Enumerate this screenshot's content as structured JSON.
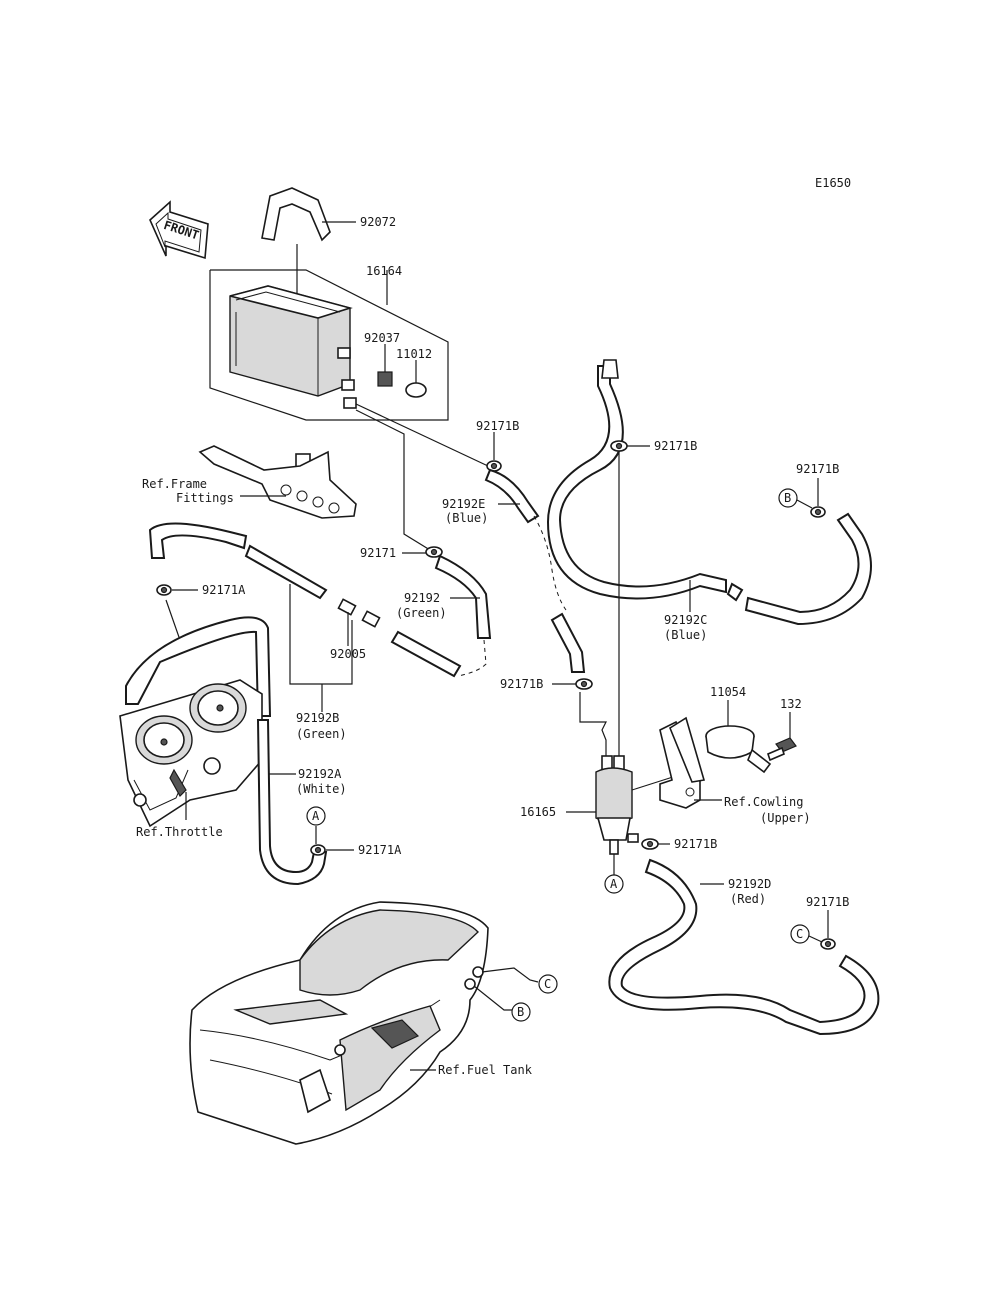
{
  "diagram_code": "E1650",
  "front_arrow_label": "FRONT",
  "parts": {
    "p92072": "92072",
    "p16164": "16164",
    "p92037": "92037",
    "p11012": "11012",
    "p92171B_a": "92171B",
    "p92171B_b": "92171B",
    "p92171B_c": "92171B",
    "p92171B_d": "92171B",
    "p92171B_e": "92171B",
    "p92171B_f": "92171B",
    "p92192E": "92192E",
    "p92192E_color": "(Blue)",
    "p92171": "92171",
    "p92192": "92192",
    "p92192_color": "(Green)",
    "p92171A_a": "92171A",
    "p92171A_b": "92171A",
    "p92005": "92005",
    "p92192B": "92192B",
    "p92192B_color": "(Green)",
    "p92192A": "92192A",
    "p92192A_color": "(White)",
    "p92192C": "92192C",
    "p92192C_color": "(Blue)",
    "p11054": "11054",
    "p132": "132",
    "p16165": "16165",
    "p92192D": "92192D",
    "p92192D_color": "(Red)"
  },
  "references": {
    "frame_fittings_1": "Ref.Frame",
    "frame_fittings_2": "Fittings",
    "throttle": "Ref.Throttle",
    "cowling_1": "Ref.Cowling",
    "cowling_2": "(Upper)",
    "fuel_tank": "Ref.Fuel Tank"
  },
  "callouts": {
    "A": "A",
    "B": "B",
    "C": "C"
  }
}
